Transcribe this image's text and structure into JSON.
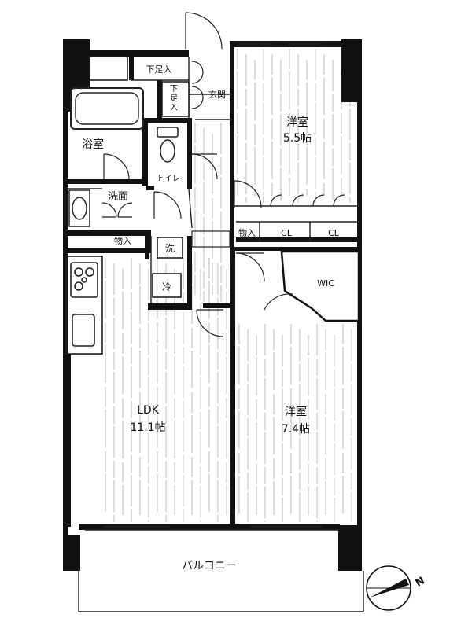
{
  "rooms": {
    "yoshitsu_north": {
      "name": "洋室",
      "size": "5.5帖"
    },
    "yoshitsu_south": {
      "name": "洋室",
      "size": "7.4帖"
    },
    "ldk": {
      "name": "LDK",
      "size": "11.1帖"
    },
    "bath": {
      "name": "浴室"
    },
    "toilet": {
      "name": "トイレ"
    },
    "washroom": {
      "name": "洗面"
    },
    "entrance": {
      "name": "玄関"
    },
    "balcony": {
      "name": "バルコニー"
    },
    "wic": {
      "name": "WIC"
    }
  },
  "storage": {
    "shoe_top": "下足入",
    "shoe_side": "下足入",
    "closet_wash": "物入",
    "closet_hall": "物入",
    "cl_1": "CL",
    "cl_2": "CL"
  },
  "fixtures": {
    "washer": "洗",
    "fridge": "冷"
  },
  "compass": {
    "label": "N"
  },
  "colors": {
    "wall": "#111111",
    "floor_lines": "#b8b8b8",
    "paper": "#ffffff"
  }
}
